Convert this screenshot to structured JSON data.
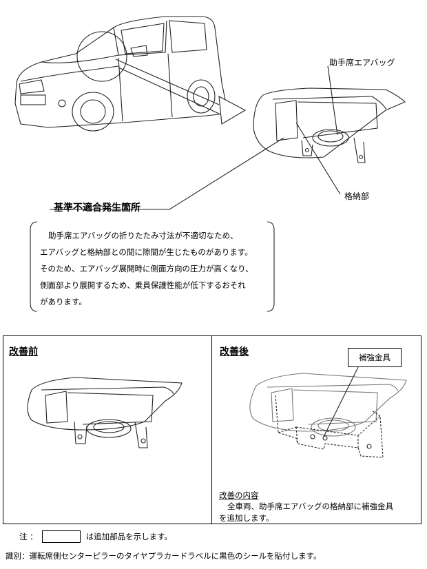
{
  "top": {
    "label_passenger_airbag": "助手席エアバッグ",
    "label_storage": "格納部",
    "section_title": "基準不適合発生箇所",
    "description_lines": [
      "助手席エアバッグの折りたたみ寸法が不適切なため、",
      "エアバッグと格納部との間に隙間が生じたものがあります。",
      "そのため、エアバッグ展開時に側面方向の圧力が高くなり、",
      "側面部より展開するため、乗員保護性能が低下するおそれ",
      "があります。"
    ]
  },
  "compare": {
    "before_title": "改善前",
    "after_title": "改善後",
    "reinforcement_label": "補強金具",
    "improvement_title": "改善の内容",
    "improvement_lines": [
      "全車両、助手席エアバッグの格納部に補強金具",
      "を追加します。"
    ]
  },
  "footer": {
    "note_prefix": "注 ：",
    "note_suffix": "は追加部品を示します。",
    "identification": "識別：運転席側センターピラーのタイヤプラカードラベルに黒色のシールを貼付します。"
  }
}
